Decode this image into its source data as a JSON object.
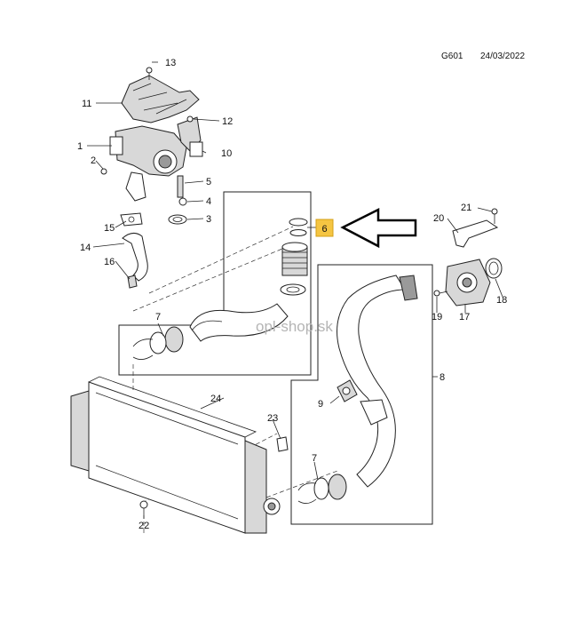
{
  "header": {
    "code": "G601",
    "date": "24/03/2022"
  },
  "watermark": "opl-shop.sk",
  "highlight": {
    "number": "6",
    "color": "#f5c542"
  },
  "callouts": {
    "c1": "1",
    "c2": "2",
    "c3": "3",
    "c4": "4",
    "c5": "5",
    "c7a": "7",
    "c7b": "7",
    "c8": "8",
    "c9": "9",
    "c10": "10",
    "c11": "11",
    "c12": "12",
    "c13": "13",
    "c14": "14",
    "c15": "15",
    "c16": "16",
    "c17": "17",
    "c18": "18",
    "c19": "19",
    "c20": "20",
    "c21": "21",
    "c22": "22",
    "c23": "23",
    "c24": "24"
  }
}
